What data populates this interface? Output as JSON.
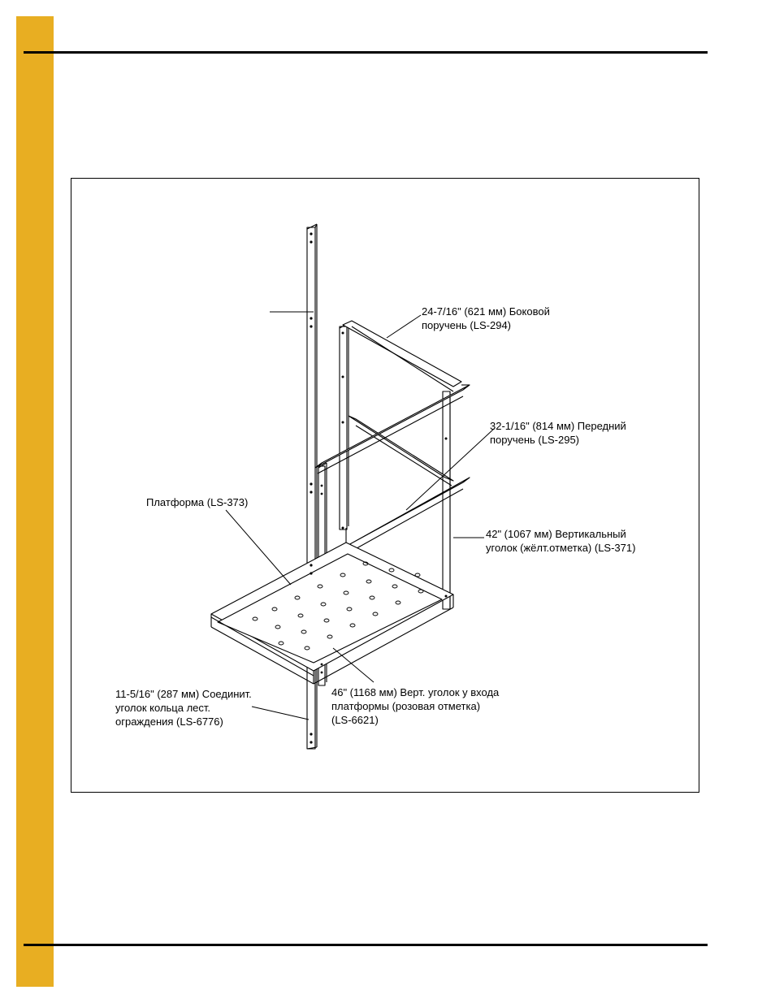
{
  "page": {
    "accent_color": "#E8AE22",
    "rule_color": "#000000"
  },
  "figure": {
    "callouts": {
      "side_rail": {
        "line1": "24-7/16\" (621 мм) Боковой",
        "line2": "поручень (LS-294)"
      },
      "front_rail": {
        "line1": "32-1/16\" (814 мм) Передний",
        "line2": "поручень (LS-295)"
      },
      "platform": {
        "line1": "Платформа (LS-373)"
      },
      "vertical_angle": {
        "line1": "42\" (1067 мм) Вертикальный",
        "line2": "уголок (жёлт.отметка) (LS-371)"
      },
      "connector_angle": {
        "line1": "11-5/16\" (287 мм) Соединит.",
        "line2": "уголок кольца лест.",
        "line3": "ограждения (LS-6776)"
      },
      "entry_angle": {
        "line1": "46\" (1168 мм) Верт. уголок у входа",
        "line2": "платформы (розовая отметка)",
        "line3": "(LS-6621)"
      }
    }
  }
}
